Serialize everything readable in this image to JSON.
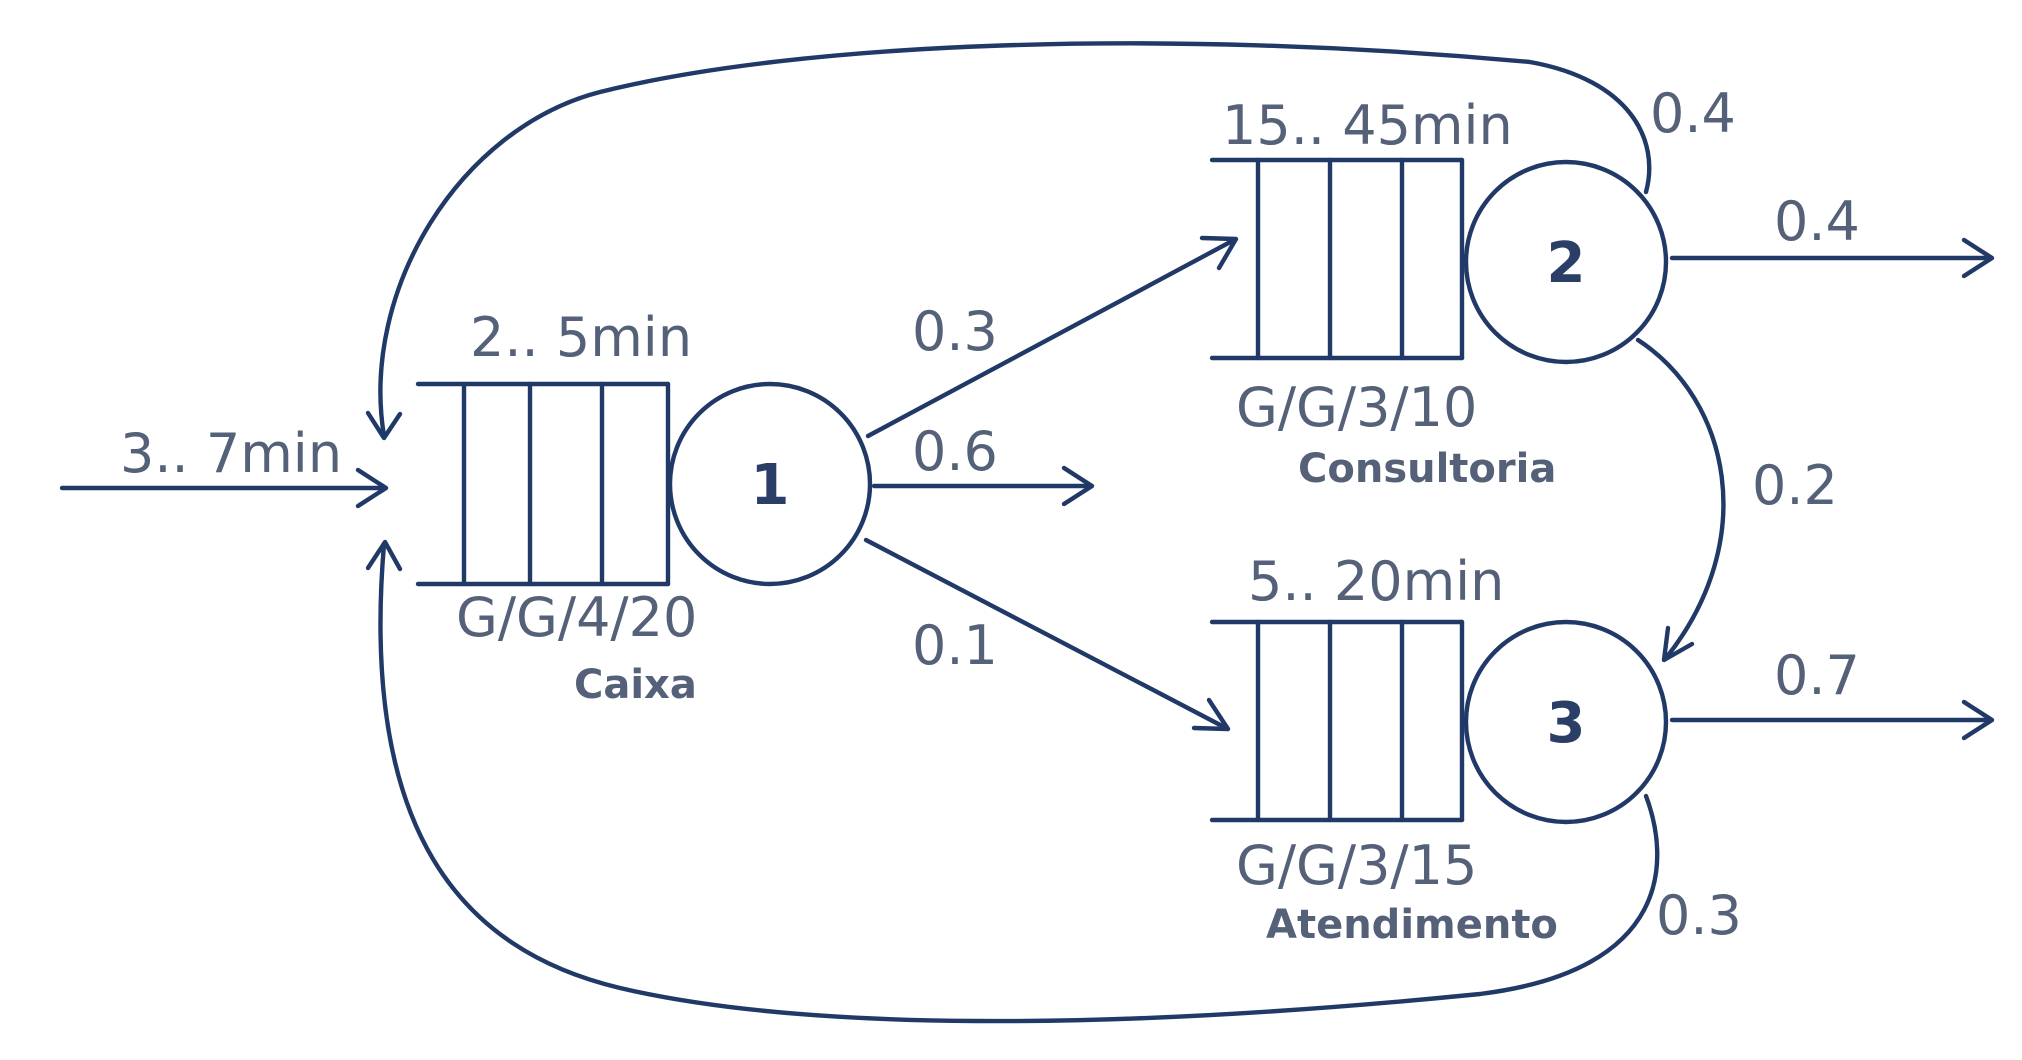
{
  "colors": {
    "stroke": "#213966",
    "text": "#556178"
  },
  "arrival": {
    "label": "3.. 7min"
  },
  "stations": [
    {
      "id": "1",
      "name": "Caixa",
      "time": "2.. 5min",
      "kendall": "G/G/4/20"
    },
    {
      "id": "2",
      "name": "Consultoria",
      "time": "15.. 45min",
      "kendall": "G/G/3/10"
    },
    {
      "id": "3",
      "name": "Atendimento",
      "time": "5.. 20min",
      "kendall": "G/G/3/15"
    }
  ],
  "routes": {
    "s1_to_s2": "0.3",
    "s1_exit": "0.6",
    "s1_to_s3": "0.1",
    "s2_to_s1": "0.4",
    "s2_exit": "0.4",
    "s2_to_s3": "0.2",
    "s3_exit": "0.7",
    "s3_to_s1": "0.3"
  }
}
